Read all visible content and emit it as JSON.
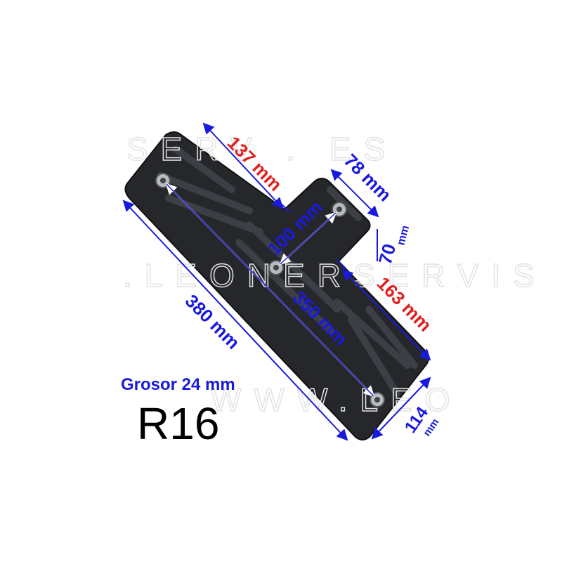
{
  "product_code": "R16",
  "thickness_label": "Grosor 24 mm",
  "watermark": {
    "line1": "SERV . ES",
    "line2": ".LEONERSERVIS",
    "line3": "WWW.LEO"
  },
  "dimensions": {
    "total_length": "380 mm",
    "hole_distance_long": "350 mm",
    "hole_distance_short": "100 mm",
    "wide_part_length": "137 mm",
    "tab_length": "78 mm",
    "tab_height_value": "70",
    "tab_height_unit": "mm",
    "narrow_part_length": "163 mm",
    "width_value": "114",
    "width_unit": "mm"
  },
  "colors": {
    "red": "#e02020",
    "blue": "#1a1adc",
    "part": "#222428"
  }
}
